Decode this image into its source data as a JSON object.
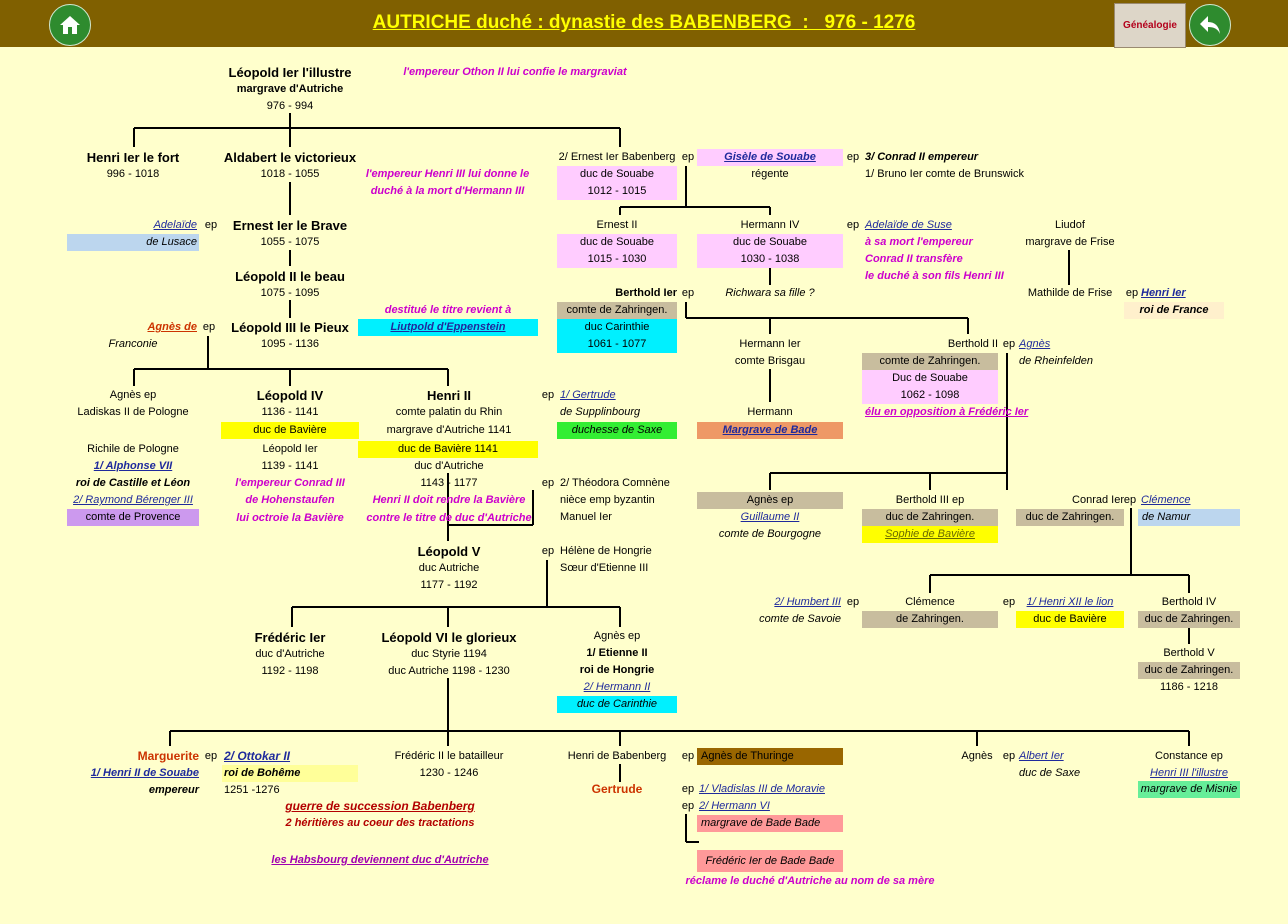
{
  "header": {
    "title": "AUTRICHE duché : dynastie des BABENBERG  :   976 - 1276",
    "home_icon": "home-icon",
    "genealogy_label": "Généalogie",
    "back_icon": "back-arrow-icon"
  },
  "colors": {
    "header_bg": "#806000",
    "title": "#ffff00",
    "page_bg": "#ffffcc",
    "magenta_note": "#cc00cc",
    "link_blue": "#1f2a9c"
  },
  "nodes": [
    {
      "text": "Léopold Ier l'illustre"
    },
    {
      "text": "margrave d'Autriche"
    },
    {
      "text": "976 - 994"
    },
    {
      "text": "l'empereur Othon II lui confie le margraviat"
    },
    {
      "text": "Henri Ier le fort"
    },
    {
      "text": "996 - 1018"
    },
    {
      "text": "Aldabert le victorieux"
    },
    {
      "text": "1018 - 1055"
    },
    {
      "text": "l'empereur Henri III lui donne le"
    },
    {
      "text": "duché à la mort d'Hermann III"
    },
    {
      "text": "2/ Ernest Ier Babenberg"
    },
    {
      "text": "ep"
    },
    {
      "text": "Gisèle de Souabe"
    },
    {
      "text": "ep"
    },
    {
      "text": "3/ Conrad II empereur"
    },
    {
      "text": "duc de Souabe"
    },
    {
      "text": "régente"
    },
    {
      "text": "1/ Bruno Ier comte de Brunswick"
    },
    {
      "text": "1012 - 1015"
    },
    {
      "text": "Adelaïde"
    },
    {
      "text": "ep"
    },
    {
      "text": "de Lusace"
    },
    {
      "text": "Ernest Ier le Brave"
    },
    {
      "text": "1055 - 1075"
    },
    {
      "text": "Ernest II"
    },
    {
      "text": "duc de Souabe"
    },
    {
      "text": "1015 - 1030"
    },
    {
      "text": "Hermann IV"
    },
    {
      "text": "duc de Souabe"
    },
    {
      "text": "1030 - 1038"
    },
    {
      "text": "ep"
    },
    {
      "text": "Adelaïde de Suse"
    },
    {
      "text": "à sa mort l'empereur"
    },
    {
      "text": "Conrad II transfère"
    },
    {
      "text": "le duché à son fils Henri III"
    },
    {
      "text": "Liudof"
    },
    {
      "text": "margrave de Frise"
    },
    {
      "text": "Léopold II le beau"
    },
    {
      "text": "1075 - 1095"
    },
    {
      "text": "Berthold Ier"
    },
    {
      "text": "ep"
    },
    {
      "text": "Richwara sa fille ?"
    },
    {
      "text": "Mathilde de Frise"
    },
    {
      "text": "ep"
    },
    {
      "text": "Henri Ier"
    },
    {
      "text": "roi de France"
    },
    {
      "text": "destitué le titre revient à"
    },
    {
      "text": "comte de Zahringen."
    },
    {
      "text": "Agnès de"
    },
    {
      "text": "ep"
    },
    {
      "text": "Léopold III le Pieux"
    },
    {
      "text": "Liutpold d'Eppenstein"
    },
    {
      "text": "duc Carinthie"
    },
    {
      "text": "Hermann Ier"
    },
    {
      "text": "Berthold II"
    },
    {
      "text": "ep"
    },
    {
      "text": "Agnès"
    },
    {
      "text": "Franconie"
    },
    {
      "text": "1095 - 1136"
    },
    {
      "text": "1061 - 1077"
    },
    {
      "text": "comte Brisgau"
    },
    {
      "text": "comte de Zahringen."
    },
    {
      "text": "de Rheinfelden"
    },
    {
      "text": "Duc de Souabe"
    },
    {
      "text": "1062 - 1098"
    },
    {
      "text": "Agnès ep"
    },
    {
      "text": "Léopold IV"
    },
    {
      "text": "Henri II"
    },
    {
      "text": "ep"
    },
    {
      "text": "1/ Gertrude"
    },
    {
      "text": "Ladiskas II de Pologne"
    },
    {
      "text": "1136 - 1141"
    },
    {
      "text": "comte palatin du Rhin"
    },
    {
      "text": "de Supplinbourg"
    },
    {
      "text": "Hermann"
    },
    {
      "text": "élu en opposition à Frédéric Ier"
    },
    {
      "text": "duc de Bavière"
    },
    {
      "text": "margrave d'Autriche 1141"
    },
    {
      "text": "duchesse de Saxe"
    },
    {
      "text": "Margrave de Bade"
    },
    {
      "text": "Richile de Pologne"
    },
    {
      "text": "Léopold Ier"
    },
    {
      "text": "duc de Bavière 1141"
    },
    {
      "text": "1/ Alphonse VII"
    },
    {
      "text": "1139 - 1141"
    },
    {
      "text": "duc d'Autriche"
    },
    {
      "text": "roi de Castille et Léon"
    },
    {
      "text": "l'empereur Conrad III"
    },
    {
      "text": "1143 - 1177"
    },
    {
      "text": "ep"
    },
    {
      "text": "2/ Théodora Comnène"
    },
    {
      "text": "2/ Raymond Bérenger III"
    },
    {
      "text": "de Hohenstaufen"
    },
    {
      "text": "Henri II doit rendre la Bavière"
    },
    {
      "text": "nièce emp byzantin"
    },
    {
      "text": "Agnès ep"
    },
    {
      "text": "Berthold III ep"
    },
    {
      "text": "Conrad Ier"
    },
    {
      "text": "ep"
    },
    {
      "text": "Clémence"
    },
    {
      "text": "comte de Provence"
    },
    {
      "text": "lui octroie la Bavière"
    },
    {
      "text": "contre le titre de duc d'Autriche"
    },
    {
      "text": "Manuel Ier"
    },
    {
      "text": "Guillaume II"
    },
    {
      "text": "duc de Zahringen."
    },
    {
      "text": "duc de Zahringen."
    },
    {
      "text": "de Namur"
    },
    {
      "text": "comte de Bourgogne"
    },
    {
      "text": "Sophie de Bavière"
    },
    {
      "text": "Léopold V"
    },
    {
      "text": "ep"
    },
    {
      "text": "Hélène de Hongrie"
    },
    {
      "text": "duc Autriche"
    },
    {
      "text": "Sœur d'Etienne III"
    },
    {
      "text": "1177 - 1192"
    },
    {
      "text": "2/ Humbert III"
    },
    {
      "text": "ep"
    },
    {
      "text": "Clémence"
    },
    {
      "text": "ep"
    },
    {
      "text": "1/ Henri XII le lion"
    },
    {
      "text": "Berthold IV"
    },
    {
      "text": "comte de Savoie"
    },
    {
      "text": "de Zahringen."
    },
    {
      "text": "duc de Bavière"
    },
    {
      "text": "duc de Zahringen."
    },
    {
      "text": "Frédéric Ier"
    },
    {
      "text": "Léopold VI le glorieux"
    },
    {
      "text": "Agnès ep"
    },
    {
      "text": "duc d'Autriche"
    },
    {
      "text": "duc Styrie 1194"
    },
    {
      "text": "1/ Etienne II"
    },
    {
      "text": "Berthold V"
    },
    {
      "text": "1192 - 1198"
    },
    {
      "text": "duc Autriche 1198 - 1230"
    },
    {
      "text": "roi de Hongrie"
    },
    {
      "text": "duc de Zahringen."
    },
    {
      "text": "2/ Hermann II"
    },
    {
      "text": "1186 - 1218"
    },
    {
      "text": "duc de Carinthie"
    },
    {
      "text": "Marguerite"
    },
    {
      "text": "ep"
    },
    {
      "text": "2/ Ottokar II"
    },
    {
      "text": "Frédéric II le batailleur"
    },
    {
      "text": "Henri de Babenberg"
    },
    {
      "text": "ep"
    },
    {
      "text": "Agnès de Thuringe"
    },
    {
      "text": "Agnès"
    },
    {
      "text": "ep"
    },
    {
      "text": "Albert Ier"
    },
    {
      "text": "Constance ep"
    },
    {
      "text": "1/ Henri II de Souabe"
    },
    {
      "text": "roi de Bohême"
    },
    {
      "text": "1230 - 1246"
    },
    {
      "text": "duc de Saxe"
    },
    {
      "text": "Henri III l'illustre"
    },
    {
      "text": "empereur"
    },
    {
      "text": "1251 -1276"
    },
    {
      "text": "Gertrude"
    },
    {
      "text": "ep"
    },
    {
      "text": "1/ Vladislas III de Moravie"
    },
    {
      "text": "margrave de Misnie"
    },
    {
      "text": "guerre de succession Babenberg"
    },
    {
      "text": "ep"
    },
    {
      "text": "2/ Hermann VI"
    },
    {
      "text": "2 héritières au coeur des tractations"
    },
    {
      "text": "margrave de Bade Bade"
    },
    {
      "text": "les Habsbourg deviennent duc d'Autriche"
    },
    {
      "text": "Frédéric Ier de Bade Bade"
    },
    {
      "text": "réclame le duché d'Autriche au nom de sa mère"
    }
  ]
}
